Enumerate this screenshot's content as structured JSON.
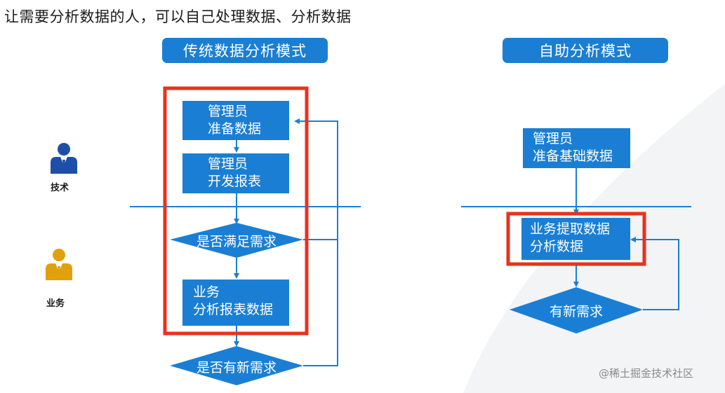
{
  "headline": "让需要分析数据的人，可以自己处理数据、分析数据",
  "traditional": {
    "title": "传统数据分析模式",
    "box1": [
      "管理员",
      "准备数据"
    ],
    "box2": [
      "管理员",
      "开发报表"
    ],
    "decision1": "是否满足需求",
    "box3": [
      "业务",
      "分析报表数据"
    ],
    "decision2": "是否有新需求"
  },
  "self_service": {
    "title": "自助分析模式",
    "box1": [
      "管理员",
      "准备基础数据"
    ],
    "box2": [
      "业务提取数据",
      "分析数据"
    ],
    "decision": "有新需求"
  },
  "roles": {
    "tech": "技术",
    "business": "业务"
  },
  "watermark": "@稀土掘金技术社区",
  "colors": {
    "box": "#1a7fd4",
    "line": "#1a7fd4",
    "highlight": "#e8321e",
    "tech_person": "#1e4fa8",
    "business_person": "#e0a10e"
  },
  "icons": {
    "tech": "person-tie-icon",
    "business": "person-tie-icon"
  }
}
